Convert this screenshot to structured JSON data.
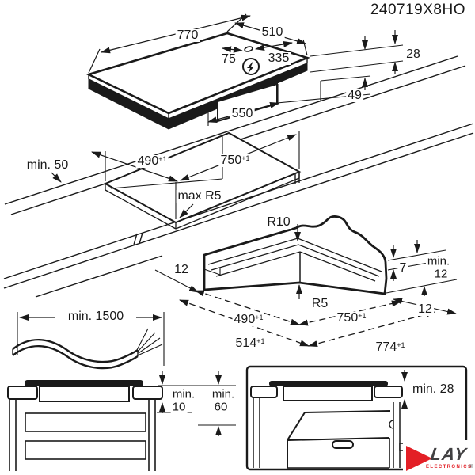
{
  "model": "240719X8HO",
  "colors": {
    "line": "#1a1a1a",
    "logo_red": "#e31f26",
    "logo_dark": "#414042"
  },
  "top_view": {
    "width": "770",
    "depth": "510",
    "power_offset_left": "75",
    "power_offset_right": "335",
    "height_total": "28",
    "box_height": "49",
    "box_width": "550",
    "power_icon": "lightning-in-circle"
  },
  "cutout_view": {
    "edge_distance": "min. 50",
    "depth": "490",
    "depth_tol": "+1",
    "width": "750",
    "width_tol": "+1",
    "corner_radius": "max R5"
  },
  "corner_detail": {
    "top_radius": "R10",
    "bottom_radius": "R5",
    "ledge_left": "12",
    "step_depth": "7",
    "min_word": "min.",
    "min_value": "12",
    "ledge_right": "12",
    "inner_depth": "490",
    "inner_depth_tol": "+1",
    "inner_width": "750",
    "inner_width_tol": "+1",
    "outer_depth": "514",
    "outer_depth_tol": "+1",
    "outer_width": "774",
    "outer_width_tol": "+1"
  },
  "cable": {
    "length": "min. 1500"
  },
  "cabinet_view": {
    "min_word_a": "min.",
    "value_a": "10",
    "min_word_b": "min.",
    "value_b": "60"
  },
  "oven_view": {
    "clearance": "min. 28"
  },
  "logo": {
    "letters": "LAY",
    "sub": "ELECTRONICS",
    "reg": "®"
  }
}
